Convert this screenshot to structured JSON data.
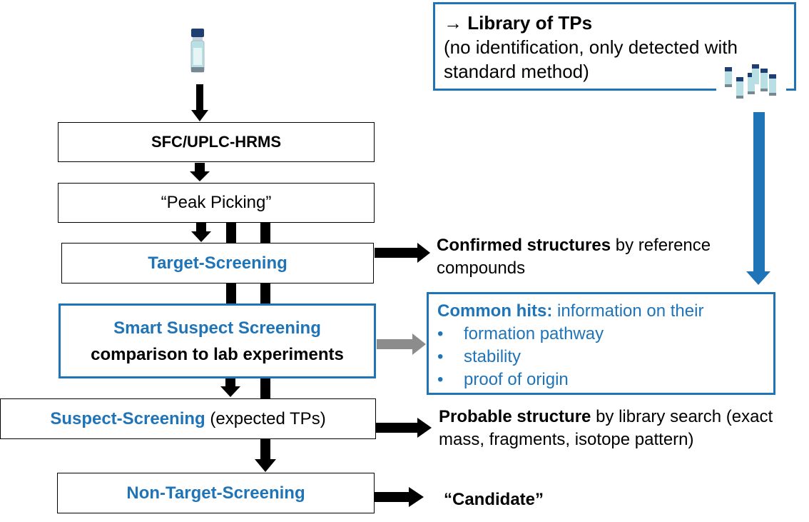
{
  "diagram": {
    "boxes": {
      "sfc": "SFC/UPLC-HRMS",
      "peak": "“Peak Picking”",
      "target": "Target-Screening",
      "smart_line1": "Smart Suspect Screening",
      "smart_line2": "comparison to lab experiments",
      "suspect_bold": "Suspect-Screening",
      "suspect_rest": "(expected TPs)",
      "nontarget": "Non-Target-Screening"
    },
    "library": {
      "arrow_symbol": "→",
      "title": "Library of TPs",
      "note": "(no identification, only detected with standard method)"
    },
    "confirmed": {
      "bold": "Confirmed structures",
      "rest": "by reference compounds"
    },
    "common_hits": {
      "bold": "Common hits:",
      "rest": "information on their",
      "bullet": "•",
      "items": [
        "formation pathway",
        "stability",
        "proof of origin"
      ]
    },
    "probable": {
      "bold": "Probable structure",
      "rest": "by library search (exact mass, fragments, isotope pattern)"
    },
    "candidate": "“Candidate”",
    "colors": {
      "accent_blue": "#1f74b8",
      "grey_arrow": "#8c8c8c"
    }
  }
}
